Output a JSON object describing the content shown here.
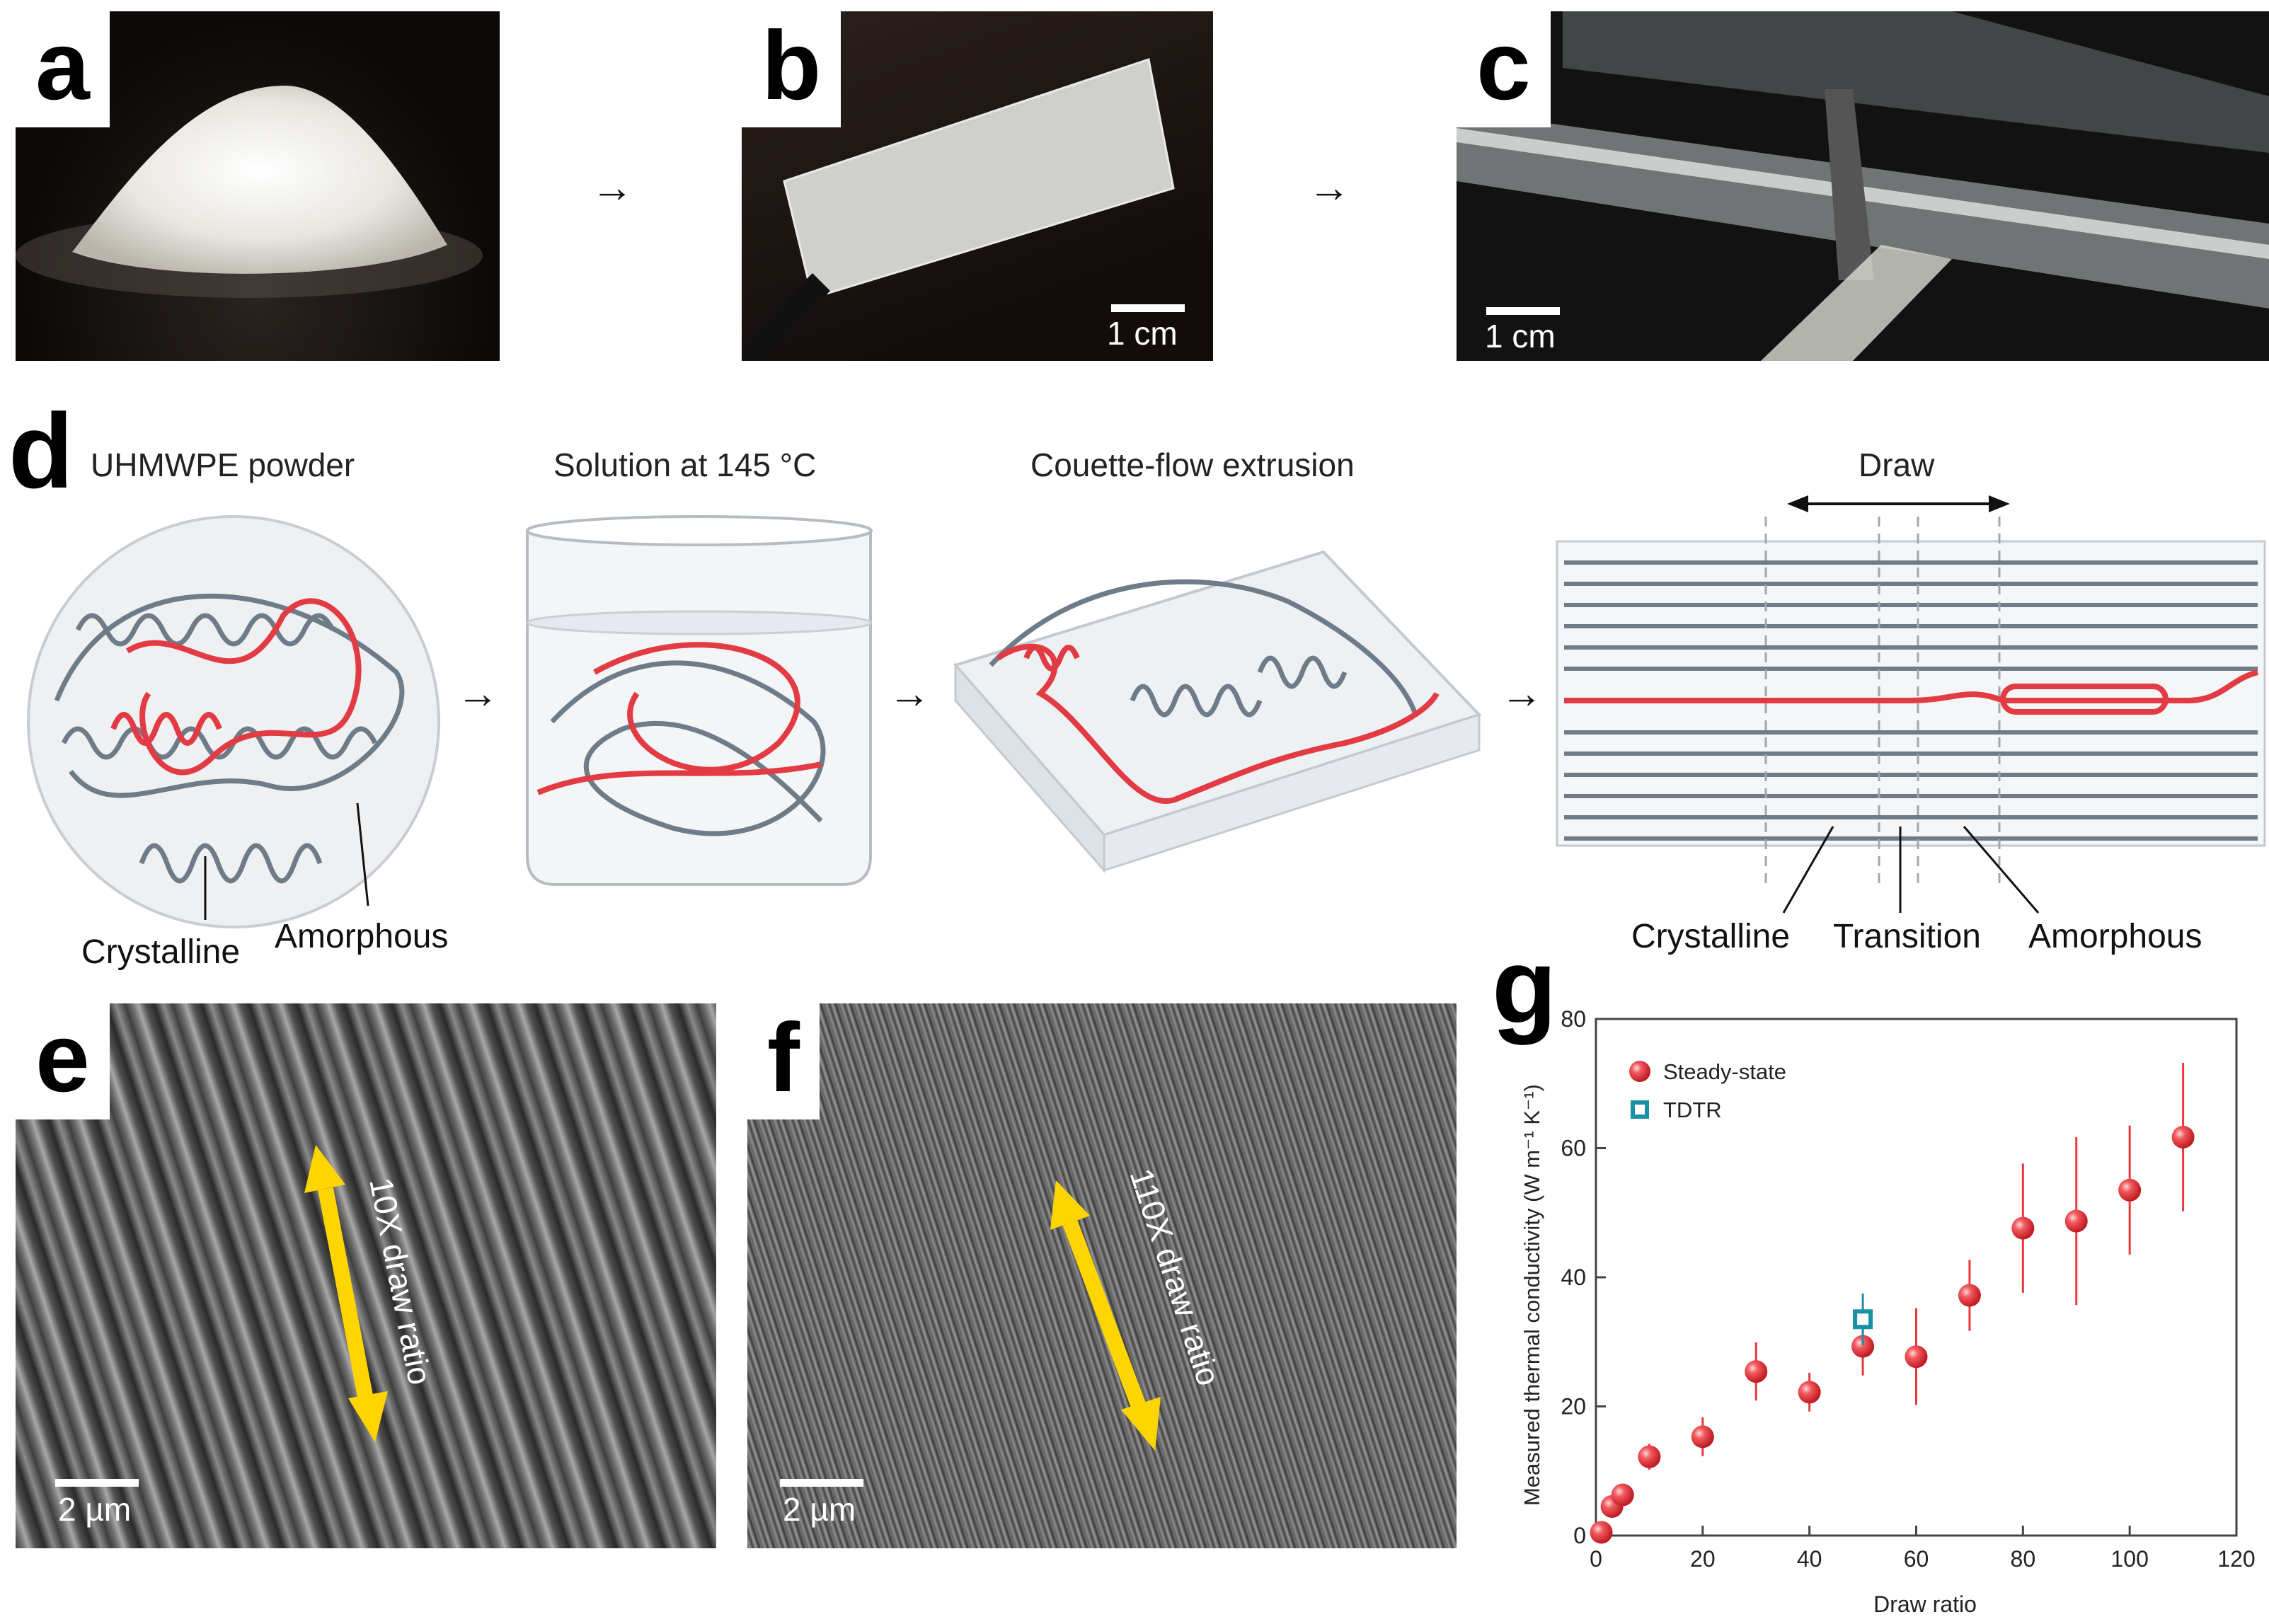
{
  "panels": {
    "a": {
      "letter": "a"
    },
    "b": {
      "letter": "b",
      "scale": "1 cm"
    },
    "c": {
      "letter": "c",
      "scale": "1 cm"
    },
    "d": {
      "letter": "d",
      "titles": [
        "UHMWPE powder",
        "Solution at 145 °C",
        "Couette-flow extrusion",
        "Draw"
      ],
      "labels_left": [
        "Crystalline",
        "Amorphous"
      ],
      "labels_right": [
        "Crystalline",
        "Transition",
        "Amorphous"
      ]
    },
    "e": {
      "letter": "e",
      "scale": "2 µm",
      "arrow_label": "10X draw ratio"
    },
    "f": {
      "letter": "f",
      "scale": "2 µm",
      "arrow_label": "110X draw ratio"
    },
    "g": {
      "letter": "g"
    }
  },
  "chart_data": {
    "type": "scatter",
    "xlabel": "Draw ratio",
    "ylabel": "Measured thermal conductivity (W m⁻¹ K⁻¹)",
    "xlim": [
      0,
      120
    ],
    "ylim": [
      0,
      80
    ],
    "xticks": [
      0,
      20,
      40,
      60,
      80,
      100,
      120
    ],
    "yticks": [
      0,
      20,
      40,
      60,
      80
    ],
    "legend": "top-left",
    "series": [
      {
        "name": "Steady-state",
        "color": "#e8393f",
        "marker": "sphere",
        "x": [
          1,
          3,
          5,
          10,
          20,
          30,
          40,
          50,
          60,
          70,
          80,
          90,
          100,
          110
        ],
        "y": [
          0.5,
          4.5,
          6.3,
          12.2,
          15.3,
          25.4,
          22.2,
          29.3,
          27.7,
          37.2,
          47.6,
          48.7,
          53.5,
          61.7
        ],
        "err": [
          0.5,
          1,
          1,
          2,
          3,
          4.5,
          3,
          4.5,
          7.5,
          5.5,
          10,
          13,
          10,
          11.5
        ]
      },
      {
        "name": "TDTR",
        "color": "#1a8fa6",
        "marker": "square",
        "x": [
          50
        ],
        "y": [
          33.5
        ],
        "err": [
          4
        ]
      }
    ]
  }
}
